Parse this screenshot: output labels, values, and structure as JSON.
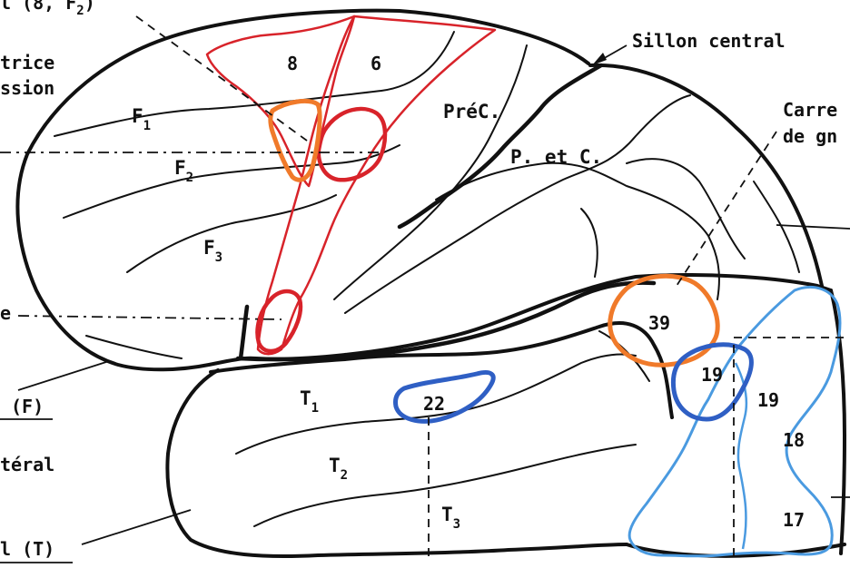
{
  "colors": {
    "ink": "#111111",
    "frontal_areas": "#d8232a",
    "broca_area": "#f07a2a",
    "area_39": "#f07a2a",
    "wernicke_area": "#2f5fc4",
    "visual_areas": "#4a9ae0",
    "area_19_ring": "#2f5fc4"
  },
  "annotations": {
    "top_left": "l (8, F",
    "top_left_sub": "2",
    "top_left_close": ")",
    "left_1": "trice",
    "left_2": "ssion",
    "left_3": "e",
    "left_f": "(F)",
    "left_lateral": "téral",
    "left_temporal": "l (T)",
    "sillon_central": "Sillon central",
    "carre_1": "Carre",
    "carre_2": "de gn"
  },
  "gyri": {
    "f1": "F",
    "f1_sub": "1",
    "f2": "F",
    "f2_sub": "2",
    "f3": "F",
    "f3_sub": "3",
    "prec": "PréC.",
    "p_et_c": "P. et C.",
    "t1": "T",
    "t1_sub": "1",
    "t2": "T",
    "t2_sub": "2",
    "t3": "T",
    "t3_sub": "3"
  },
  "areas": {
    "a8": "8",
    "a6": "6",
    "a39": "39",
    "a19_ring": "19",
    "a19": "19",
    "a18": "18",
    "a17": "17",
    "a22": "22"
  }
}
